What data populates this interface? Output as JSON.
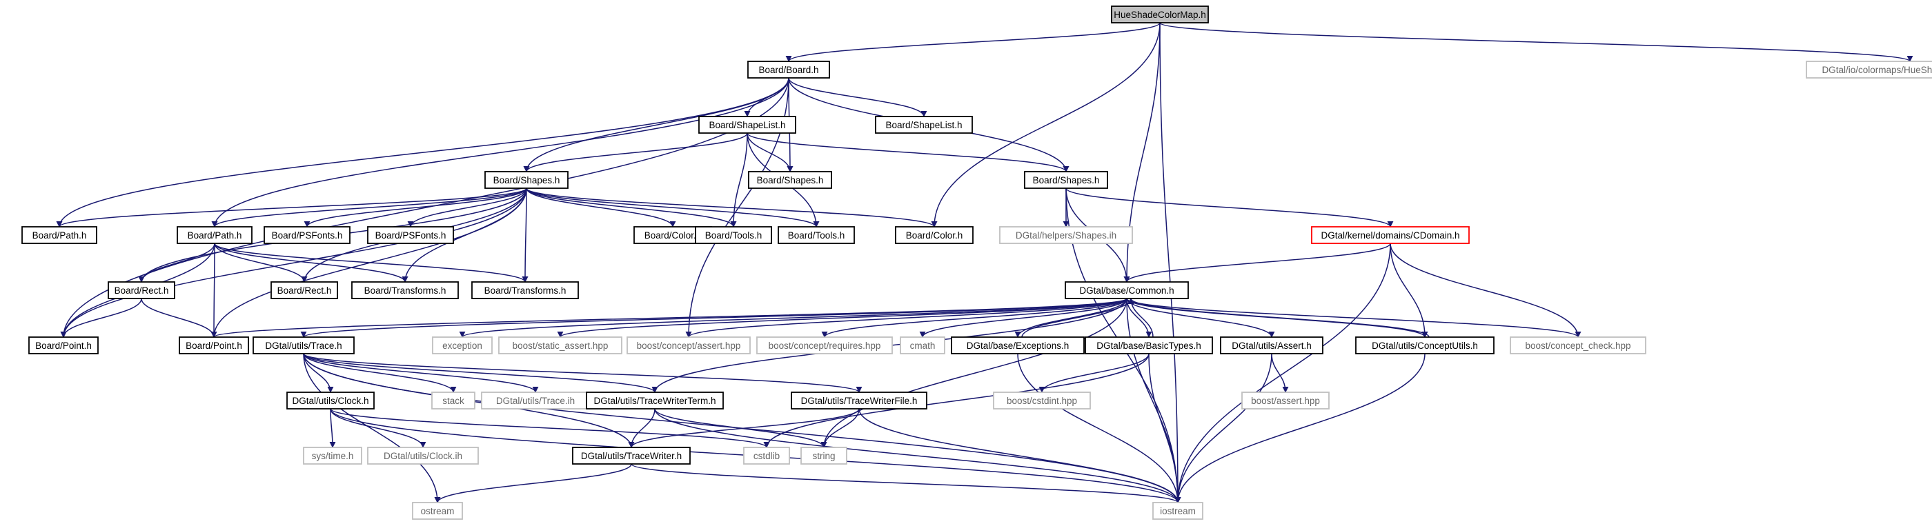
{
  "nodes": [
    {
      "id": "hueshade",
      "label": "HueShadeColorMap.h",
      "style": "root"
    },
    {
      "id": "board",
      "label": "Board/Board.h",
      "style": "normal"
    },
    {
      "id": "hueshade_ih",
      "label": "DGtal/io/colormaps/HueShadeColorMap.ih",
      "style": "external"
    },
    {
      "id": "shapelist1",
      "label": "Board/ShapeList.h",
      "style": "normal"
    },
    {
      "id": "shapelist2",
      "label": "Board/ShapeList.h",
      "style": "normal"
    },
    {
      "id": "shapes_c",
      "label": "Board/Shapes.h",
      "style": "normal"
    },
    {
      "id": "shapes_a",
      "label": "Board/Shapes.h",
      "style": "normal"
    },
    {
      "id": "shapes_b",
      "label": "Board/Shapes.h",
      "style": "normal"
    },
    {
      "id": "path_a",
      "label": "Board/Path.h",
      "style": "normal"
    },
    {
      "id": "path_b",
      "label": "Board/Path.h",
      "style": "normal"
    },
    {
      "id": "psfonts1",
      "label": "Board/PSFonts.h",
      "style": "normal"
    },
    {
      "id": "psfonts2",
      "label": "Board/PSFonts.h",
      "style": "normal"
    },
    {
      "id": "color1",
      "label": "Board/Color.h",
      "style": "normal"
    },
    {
      "id": "tools1",
      "label": "Board/Tools.h",
      "style": "normal"
    },
    {
      "id": "tools2",
      "label": "Board/Tools.h",
      "style": "normal"
    },
    {
      "id": "color2",
      "label": "Board/Color.h",
      "style": "normal"
    },
    {
      "id": "shapes_ih",
      "label": "DGtal/helpers/Shapes.ih",
      "style": "external"
    },
    {
      "id": "cdomain",
      "label": "DGtal/kernel/domains/CDomain.h",
      "style": "red"
    },
    {
      "id": "rect_a",
      "label": "Board/Rect.h",
      "style": "normal"
    },
    {
      "id": "rect_b",
      "label": "Board/Rect.h",
      "style": "normal"
    },
    {
      "id": "transforms1",
      "label": "Board/Transforms.h",
      "style": "normal"
    },
    {
      "id": "transforms2",
      "label": "Board/Transforms.h",
      "style": "normal"
    },
    {
      "id": "common",
      "label": "DGtal/base/Common.h",
      "style": "normal"
    },
    {
      "id": "point_a",
      "label": "Board/Point.h",
      "style": "normal"
    },
    {
      "id": "point_b",
      "label": "Board/Point.h",
      "style": "normal"
    },
    {
      "id": "trace",
      "label": "DGtal/utils/Trace.h",
      "style": "normal"
    },
    {
      "id": "exception",
      "label": "exception",
      "style": "external"
    },
    {
      "id": "static_assert",
      "label": "boost/static_assert.hpp",
      "style": "external"
    },
    {
      "id": "concept_assert",
      "label": "boost/concept/assert.hpp",
      "style": "external"
    },
    {
      "id": "concept_requires",
      "label": "boost/concept/requires.hpp",
      "style": "external"
    },
    {
      "id": "cmath",
      "label": "cmath",
      "style": "external"
    },
    {
      "id": "exceptions",
      "label": "DGtal/base/Exceptions.h",
      "style": "normal"
    },
    {
      "id": "basictypes",
      "label": "DGtal/base/BasicTypes.h",
      "style": "normal"
    },
    {
      "id": "assert_h",
      "label": "DGtal/utils/Assert.h",
      "style": "normal"
    },
    {
      "id": "conceptutils",
      "label": "DGtal/utils/ConceptUtils.h",
      "style": "normal"
    },
    {
      "id": "concept_check",
      "label": "boost/concept_check.hpp",
      "style": "external"
    },
    {
      "id": "clock",
      "label": "DGtal/utils/Clock.h",
      "style": "normal"
    },
    {
      "id": "stack",
      "label": "stack",
      "style": "external"
    },
    {
      "id": "trace_ih",
      "label": "DGtal/utils/Trace.ih",
      "style": "external"
    },
    {
      "id": "tracewriterterm",
      "label": "DGtal/utils/TraceWriterTerm.h",
      "style": "normal"
    },
    {
      "id": "tracewriterfile",
      "label": "DGtal/utils/TraceWriterFile.h",
      "style": "normal"
    },
    {
      "id": "cstdint",
      "label": "boost/cstdint.hpp",
      "style": "external"
    },
    {
      "id": "boost_assert",
      "label": "boost/assert.hpp",
      "style": "external"
    },
    {
      "id": "systime",
      "label": "sys/time.h",
      "style": "external"
    },
    {
      "id": "clock_ih",
      "label": "DGtal/utils/Clock.ih",
      "style": "external"
    },
    {
      "id": "tracewriter",
      "label": "DGtal/utils/TraceWriter.h",
      "style": "normal"
    },
    {
      "id": "cstdlib",
      "label": "cstdlib",
      "style": "external"
    },
    {
      "id": "string",
      "label": "string",
      "style": "external"
    },
    {
      "id": "ostream",
      "label": "ostream",
      "style": "external"
    },
    {
      "id": "iostream",
      "label": "iostream",
      "style": "external"
    }
  ],
  "edges": [
    [
      "hueshade",
      "board"
    ],
    [
      "hueshade",
      "hueshade_ih"
    ],
    [
      "hueshade",
      "color2"
    ],
    [
      "hueshade",
      "common"
    ],
    [
      "hueshade",
      "iostream"
    ],
    [
      "board",
      "shapelist1"
    ],
    [
      "board",
      "shapelist2"
    ],
    [
      "board",
      "shapes_a"
    ],
    [
      "board",
      "shapes_b"
    ],
    [
      "board",
      "shapes_c"
    ],
    [
      "board",
      "path_a"
    ],
    [
      "board",
      "path_b"
    ],
    [
      "board",
      "point_a"
    ],
    [
      "board",
      "concept_assert"
    ],
    [
      "shapelist1",
      "shapes_a"
    ],
    [
      "shapelist1",
      "shapes_b"
    ],
    [
      "shapelist1",
      "shapes_c"
    ],
    [
      "shapelist1",
      "tools1"
    ],
    [
      "shapelist1",
      "tools2"
    ],
    [
      "shapes_a",
      "path_a"
    ],
    [
      "shapes_a",
      "path_b"
    ],
    [
      "shapes_a",
      "psfonts1"
    ],
    [
      "shapes_a",
      "psfonts2"
    ],
    [
      "shapes_a",
      "color1"
    ],
    [
      "shapes_a",
      "tools1"
    ],
    [
      "shapes_a",
      "tools2"
    ],
    [
      "shapes_a",
      "color2"
    ],
    [
      "shapes_a",
      "rect_a"
    ],
    [
      "shapes_a",
      "rect_b"
    ],
    [
      "shapes_a",
      "transforms1"
    ],
    [
      "shapes_a",
      "transforms2"
    ],
    [
      "shapes_a",
      "point_a"
    ],
    [
      "shapes_a",
      "point_b"
    ],
    [
      "shapes_c",
      "shapes_ih"
    ],
    [
      "shapes_c",
      "cdomain"
    ],
    [
      "shapes_c",
      "common"
    ],
    [
      "shapes_c",
      "iostream"
    ],
    [
      "cdomain",
      "common"
    ],
    [
      "cdomain",
      "conceptutils"
    ],
    [
      "cdomain",
      "concept_check"
    ],
    [
      "cdomain",
      "iostream"
    ],
    [
      "path_b",
      "rect_a"
    ],
    [
      "path_b",
      "rect_b"
    ],
    [
      "path_b",
      "transforms1"
    ],
    [
      "path_b",
      "transforms2"
    ],
    [
      "path_b",
      "point_a"
    ],
    [
      "path_b",
      "point_b"
    ],
    [
      "rect_a",
      "point_a"
    ],
    [
      "rect_a",
      "point_b"
    ],
    [
      "common",
      "point_b"
    ],
    [
      "common",
      "trace"
    ],
    [
      "common",
      "exception"
    ],
    [
      "common",
      "static_assert"
    ],
    [
      "common",
      "concept_assert"
    ],
    [
      "common",
      "concept_requires"
    ],
    [
      "common",
      "cmath"
    ],
    [
      "common",
      "exceptions"
    ],
    [
      "common",
      "basictypes"
    ],
    [
      "common",
      "assert_h"
    ],
    [
      "common",
      "conceptutils"
    ],
    [
      "common",
      "concept_check"
    ],
    [
      "common",
      "iostream"
    ],
    [
      "common",
      "tracewriterterm"
    ],
    [
      "common",
      "string"
    ],
    [
      "exceptions",
      "common"
    ],
    [
      "exceptions",
      "iostream"
    ],
    [
      "basictypes",
      "common"
    ],
    [
      "basictypes",
      "cstdint"
    ],
    [
      "basictypes",
      "iostream"
    ],
    [
      "basictypes",
      "cstdlib"
    ],
    [
      "assert_h",
      "boost_assert"
    ],
    [
      "assert_h",
      "iostream"
    ],
    [
      "conceptutils",
      "common"
    ],
    [
      "conceptutils",
      "iostream"
    ],
    [
      "trace",
      "clock"
    ],
    [
      "trace",
      "stack"
    ],
    [
      "trace",
      "trace_ih"
    ],
    [
      "trace",
      "tracewriterterm"
    ],
    [
      "trace",
      "tracewriterfile"
    ],
    [
      "trace",
      "tracewriter"
    ],
    [
      "trace",
      "ostream"
    ],
    [
      "trace",
      "iostream"
    ],
    [
      "clock",
      "systime"
    ],
    [
      "clock",
      "clock_ih"
    ],
    [
      "clock",
      "cstdlib"
    ],
    [
      "clock",
      "iostream"
    ],
    [
      "tracewriterterm",
      "tracewriter"
    ],
    [
      "tracewriterterm",
      "string"
    ],
    [
      "tracewriterterm",
      "iostream"
    ],
    [
      "tracewriterfile",
      "tracewriter"
    ],
    [
      "tracewriterfile",
      "string"
    ],
    [
      "tracewriterfile",
      "iostream"
    ],
    [
      "tracewriter",
      "ostream"
    ],
    [
      "tracewriter",
      "iostream"
    ]
  ],
  "colors": {
    "edge": "#191970",
    "normal_border": "#000000",
    "external_border": "#bfbfbf",
    "red_border": "#ff0000",
    "root_fill": "#bfbfbf",
    "normal_text": "#000000",
    "external_text": "#666666"
  }
}
